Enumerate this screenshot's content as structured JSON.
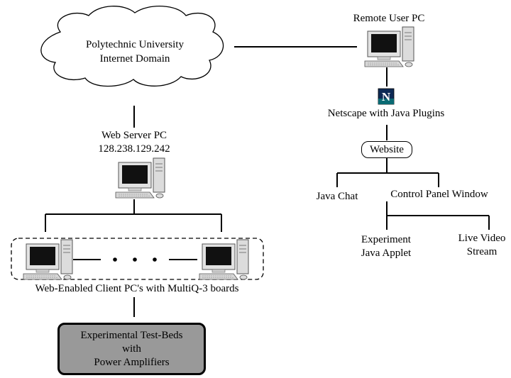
{
  "cloud": {
    "line1": "Polytechnic University",
    "line2": "Internet Domain"
  },
  "remote_pc": {
    "label": "Remote User PC"
  },
  "netscape": {
    "logo_letter": "N",
    "label": "Netscape with Java Plugins"
  },
  "website": {
    "label": "Website"
  },
  "java_chat": {
    "label": "Java Chat"
  },
  "control_panel": {
    "label": "Control Panel Window"
  },
  "experiment_applet": {
    "line1": "Experiment",
    "line2": "Java Applet"
  },
  "live_video": {
    "line1": "Live Video",
    "line2": "Stream"
  },
  "web_server": {
    "line1": "Web Server PC",
    "line2": "128.238.129.242"
  },
  "clients": {
    "label": "Web-Enabled Client PC's with MultiQ-3 boards"
  },
  "testbed": {
    "line1": "Experimental Test-Beds",
    "line2": "with",
    "line3": "Power Amplifiers"
  }
}
